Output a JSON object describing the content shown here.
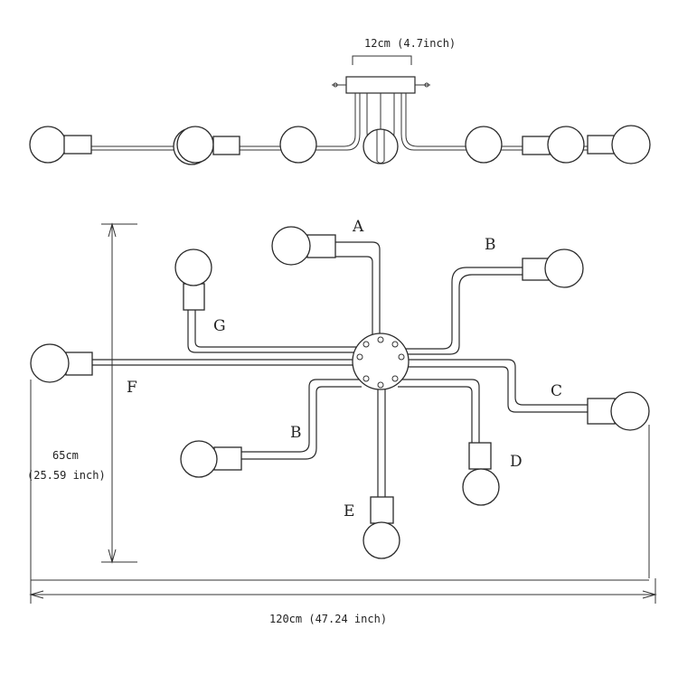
{
  "dimensions": {
    "canopy_width": "12cm (4.7inch)",
    "height_value": "65cm",
    "height_imperial": "(25.59 inch)",
    "width": "120cm  (47.24 inch)"
  },
  "arm_labels": {
    "a": "A",
    "b_top": "B",
    "b_bottom": "B",
    "c": "C",
    "d": "D",
    "e": "E",
    "f": "F",
    "g": "G"
  }
}
